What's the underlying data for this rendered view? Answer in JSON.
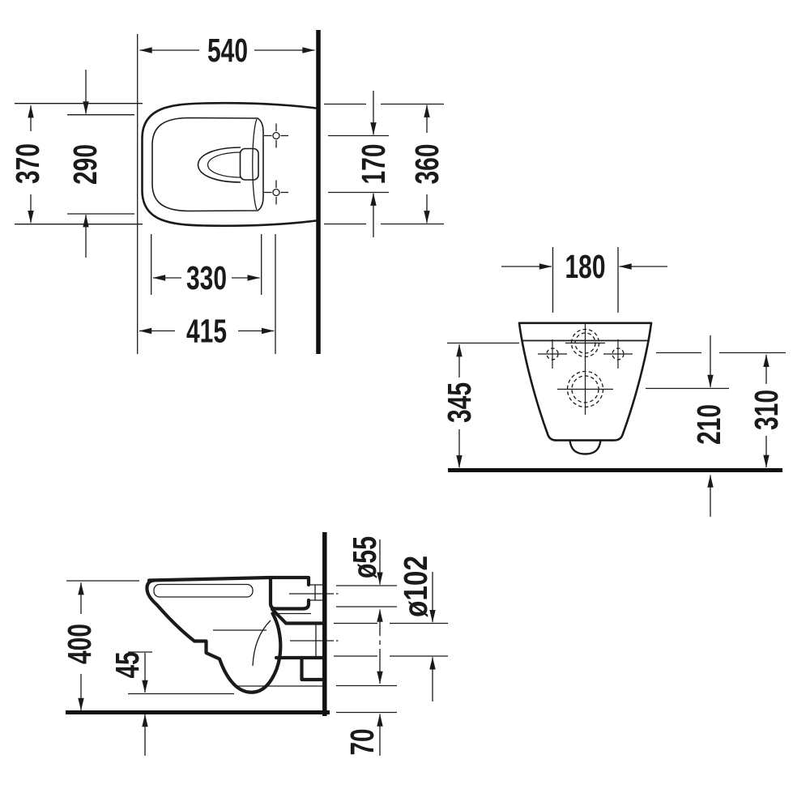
{
  "drawing": {
    "background": "#ffffff",
    "line_color": "#1a1a1a",
    "plan": {
      "overall_width": "540",
      "overall_depth": "370",
      "inner_depth": "290",
      "inner_width": "330",
      "front_width": "415",
      "hole_spacing": "170",
      "hole_zone_depth": "360"
    },
    "rear": {
      "hole_spacing": "180",
      "rim_height": "345",
      "outlet_height": "210",
      "hole_height": "310"
    },
    "side": {
      "rim_height": "400",
      "underside_clearance": "45",
      "supply_diameter": "ø55",
      "outlet_diameter": "ø102",
      "outlet_bottom_offset": "70"
    }
  }
}
